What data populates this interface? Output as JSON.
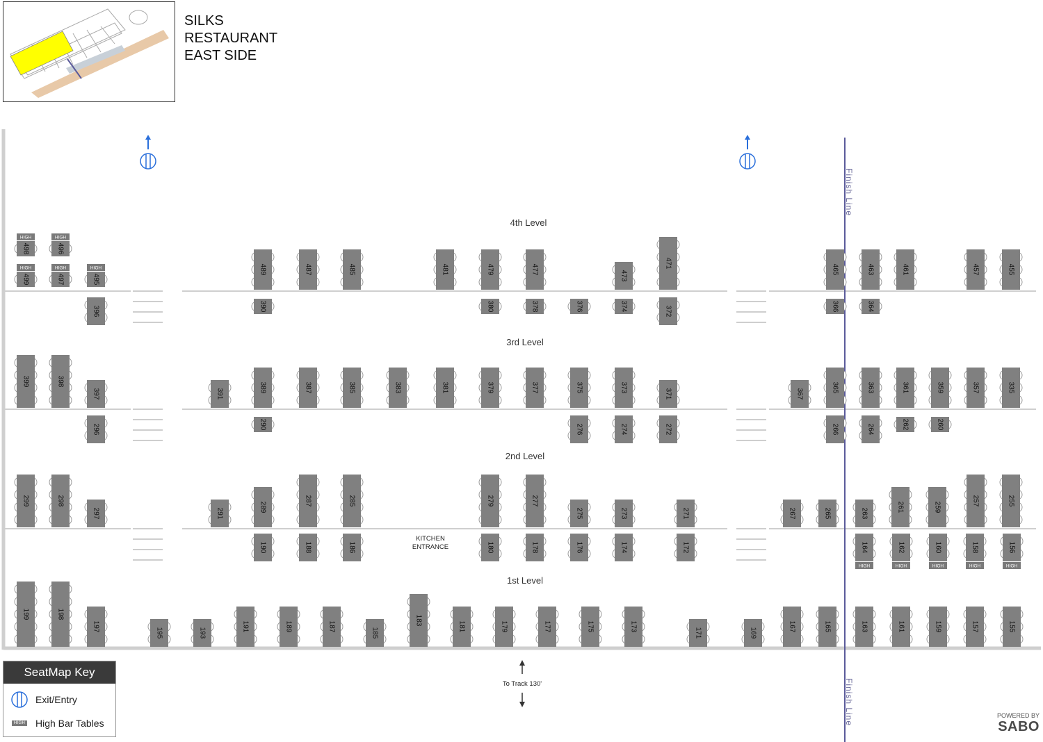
{
  "header": {
    "title_lines": [
      "SILKS",
      "RESTAURANT",
      "EAST SIDE"
    ]
  },
  "levels": [
    "4th Level",
    "3rd Level",
    "2nd Level",
    "1st Level"
  ],
  "labels": {
    "kitchen_line1": "KITCHEN",
    "kitchen_line2": "ENTRANCE",
    "to_track": "To Track 130'",
    "finish_line": "Finish Line",
    "high": "HIGH"
  },
  "key": {
    "title": "SeatMap Key",
    "exit_entry": "Exit/Entry",
    "high_bar": "High Bar Tables",
    "chip": "HIGH"
  },
  "branding": {
    "powered_by": "POWERED BY",
    "name": "SABO"
  },
  "colors": {
    "table": "#808080",
    "exit_icon": "#2a6fdb",
    "finish_line": "#5a5a9a",
    "highlight": "#ffff00",
    "track": "#e8c9a8"
  },
  "tables": {
    "level4_top": [
      "498",
      "496",
      "499",
      "497",
      "495",
      "489",
      "487",
      "485",
      "481",
      "479",
      "477",
      "473",
      "471",
      "465",
      "463",
      "461",
      "457",
      "455"
    ],
    "level4_bottom": [
      "396",
      "390",
      "380",
      "378",
      "376",
      "374",
      "372",
      "366",
      "364"
    ],
    "level3_top": [
      "399",
      "398",
      "397",
      "391",
      "389",
      "387",
      "385",
      "383",
      "381",
      "379",
      "377",
      "375",
      "373",
      "371",
      "367",
      "365",
      "363",
      "361",
      "359",
      "357",
      "335"
    ],
    "level3_bottom": [
      "296",
      "290",
      "276",
      "274",
      "272",
      "266",
      "264",
      "262",
      "260"
    ],
    "level2_top": [
      "299",
      "298",
      "297",
      "291",
      "289",
      "287",
      "285",
      "279",
      "277",
      "275",
      "273",
      "271",
      "267",
      "265",
      "263",
      "261",
      "259",
      "257",
      "255"
    ],
    "level2_bottom": [
      "190",
      "188",
      "186",
      "180",
      "178",
      "176",
      "174",
      "172",
      "164",
      "162",
      "160",
      "158",
      "156"
    ],
    "level1": [
      "199",
      "198",
      "197",
      "195",
      "193",
      "191",
      "189",
      "187",
      "185",
      "183",
      "181",
      "179",
      "177",
      "175",
      "173",
      "171",
      "169",
      "167",
      "165",
      "163",
      "161",
      "159",
      "157",
      "155"
    ]
  }
}
